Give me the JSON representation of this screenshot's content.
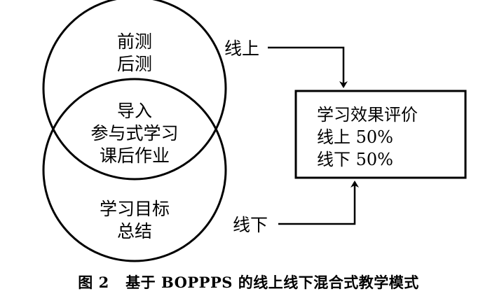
{
  "top_circle": {
    "lines": [
      "前测",
      "后测"
    ]
  },
  "overlap": {
    "lines": [
      "导入",
      "参与式学习",
      "课后作业"
    ]
  },
  "bottom_circle": {
    "lines": [
      "学习目标",
      "总结"
    ]
  },
  "arrows": {
    "online_label": "线上",
    "offline_label": "线下"
  },
  "evaluation_box": {
    "lines": [
      "学习效果评价",
      "线上 50%",
      "线下 50%"
    ]
  },
  "caption": {
    "figure_number": "图 2",
    "title": "基于 BOPPPS 的线上线下混合式教学模式"
  }
}
